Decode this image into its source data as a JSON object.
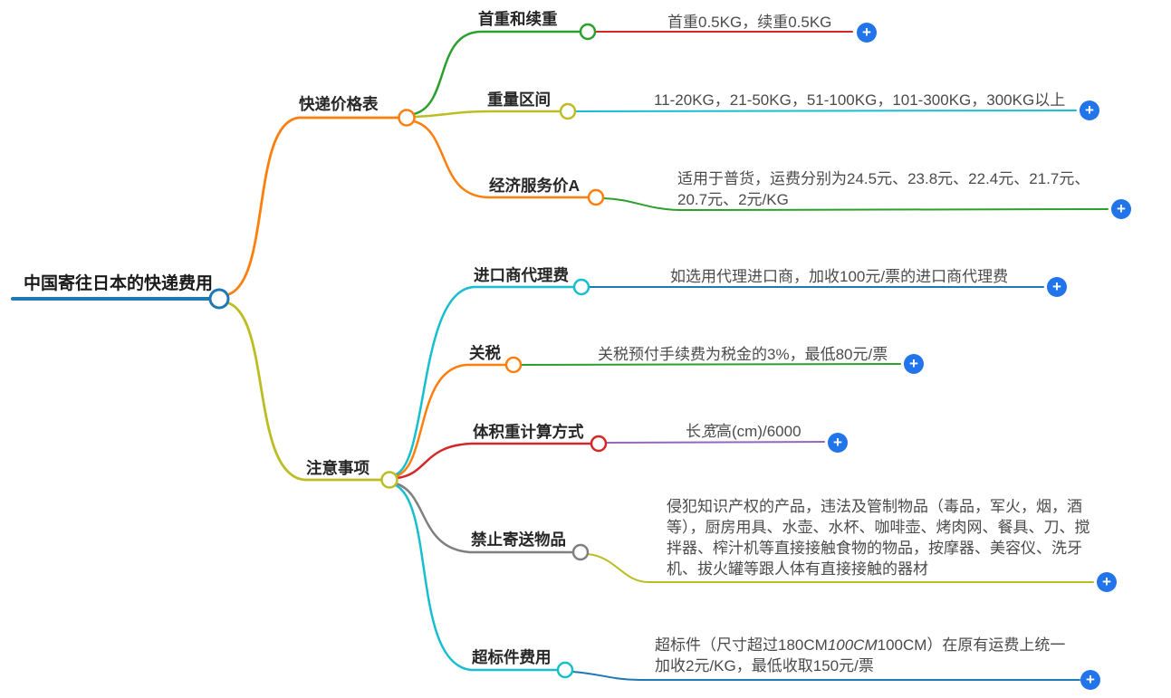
{
  "ui": {
    "expand_glyph": "+"
  },
  "colors": {
    "root_blue": "#1f77b4",
    "orange": "#ff7f0e",
    "green": "#2ca02c",
    "red": "#d62728",
    "purple": "#9467bd",
    "gray": "#7f7f7f",
    "olive": "#bcbd22",
    "cyan": "#17becf",
    "expand_button": "#2174ea"
  },
  "mindmap": {
    "root": {
      "label": "中国寄往日本的快递费用"
    },
    "branches": [
      {
        "label": "快递价格表",
        "children": [
          {
            "label": "首重和续重",
            "value": "首重0.5KG，续重0.5KG"
          },
          {
            "label": "重量区间",
            "value": "11-20KG，21-50KG，51-100KG，101-300KG，300KG以上"
          },
          {
            "label": "经济服务价A",
            "value": "适用于普货，运费分别为24.5元、23.8元、22.4元、21.7元、20.7元、2元/KG"
          }
        ]
      },
      {
        "label": "注意事项",
        "children": [
          {
            "label": "进口商代理费",
            "value": "如选用代理进口商，加收100元/票的进口商代理费"
          },
          {
            "label": "关税",
            "value": "关税预付手续费为税金的3%，最低80元/票"
          },
          {
            "label": "体积重计算方式",
            "value_parts": {
              "prefix": "长",
              "italic": "宽",
              "suffix": "高(cm)/6000"
            }
          },
          {
            "label": "禁止寄送物品",
            "value": "侵犯知识产权的产品，违法及管制物品（毒品，军火，烟，酒等），厨房用具、水壶、水杯、咖啡壶、烤肉网、餐具、刀、搅拌器、榨汁机等直接接触食物的物品，按摩器、美容仪、洗牙机、拔火罐等跟人体有直接接触的器材"
          },
          {
            "label": "超标件费用",
            "value_parts": {
              "prefix": "超标件（尺寸超过180CM",
              "italic": "100CM",
              "suffix": "100CM）在原有运费上统一加收2元/KG，最低收取150元/票"
            }
          }
        ]
      }
    ]
  }
}
